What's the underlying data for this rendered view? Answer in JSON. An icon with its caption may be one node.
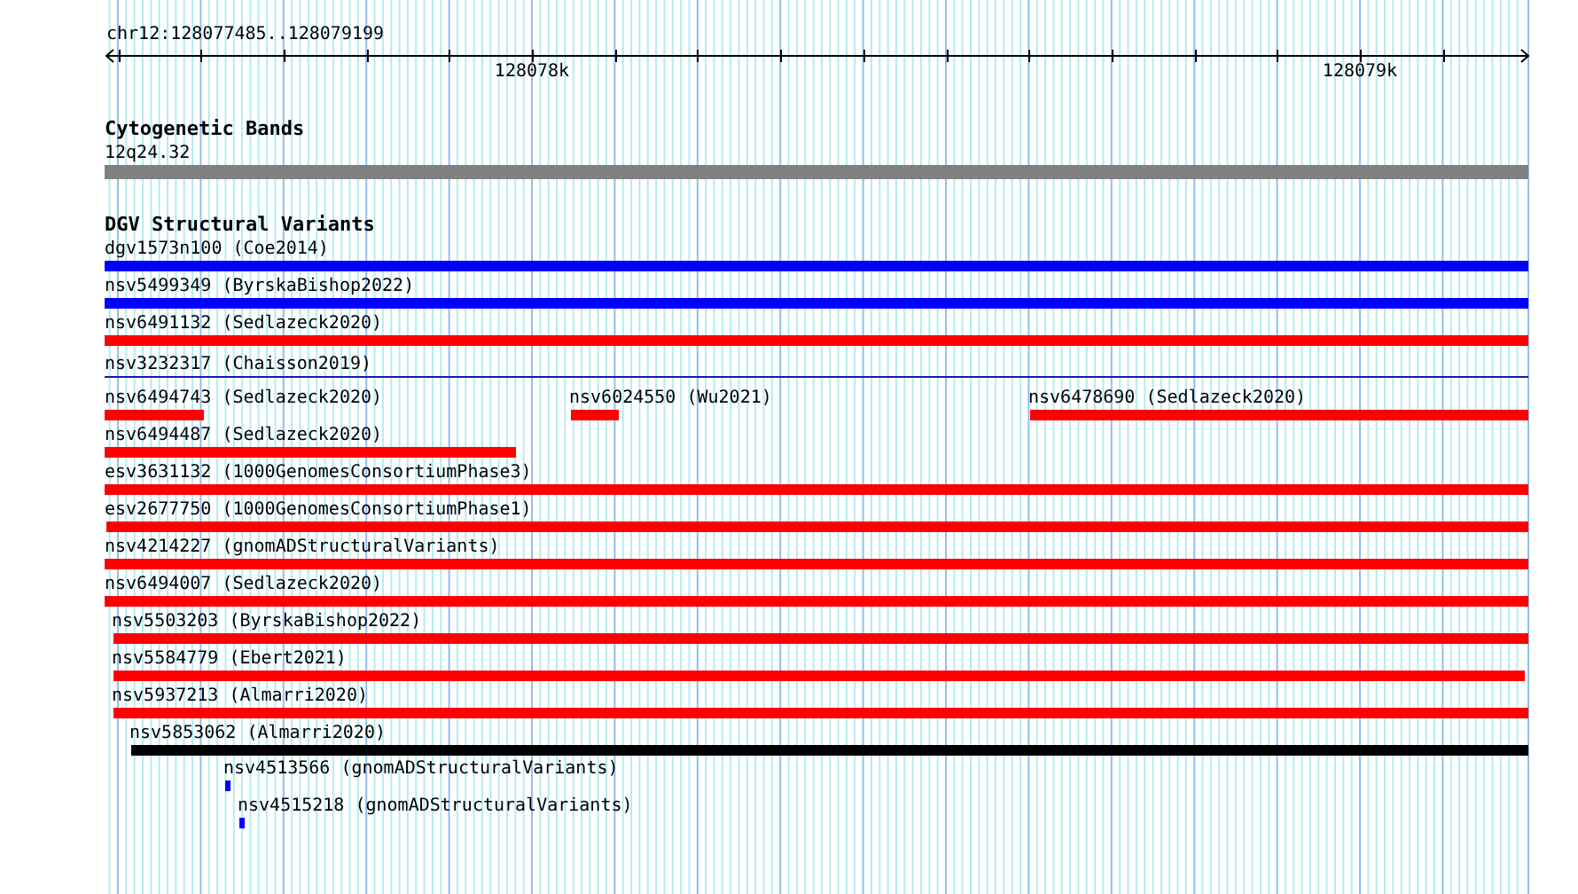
{
  "diagram": {
    "nodes": [
      {
        "text": [
          "12q24.32"
        ]
      },
      {
        "text": [
          "dgv1573n100 (Coe2014)"
        ]
      },
      {
        "text": [
          "nsv5499349 (ByrskaBishop2022)"
        ]
      },
      {
        "text": [
          "nsv6491132 (Sedlazeck2020)"
        ]
      },
      {
        "text": [
          "nsv3232317 (Chaisson2019)"
        ]
      },
      {
        "text": [
          "nsv6494743 (Sedlazeck2020)"
        ]
      },
      {
        "text": [
          "nsv6024550 (Wu2021)"
        ]
      },
      {
        "text": [
          "nsv6478690 (Sedlazeck2020)"
        ]
      },
      {
        "text": [
          "nsv6494487 (Sedlazeck2020)"
        ]
      },
      {
        "text": [
          "esv3631132 (1000GenomesConsortiumPhase3)"
        ]
      },
      {
        "text": [
          "esv2677750 (1000GenomesConsortiumPhase1)"
        ]
      },
      {
        "text": [
          "nsv4214227 (gnomADStructuralVariants)"
        ]
      },
      {
        "text": [
          "nsv6494007 (Sedlazeck2020)"
        ]
      },
      {
        "text": [
          "nsv5503203 (ByrskaBishop2022)"
        ]
      },
      {
        "text": [
          "nsv5584779 (Ebert2021)"
        ]
      },
      {
        "text": [
          "nsv5937213 (Almarri2020)"
        ]
      },
      {
        "text": [
          "nsv5853062 (Almarri2020)"
        ]
      },
      {
        "text": [
          "nsv4513566 (gnomADStructuralVariants)"
        ]
      },
      {
        "text": [
          "nsv4515218 (gnomADStructuralVariants)"
        ]
      }
    ],
    "labels": [
      "chr12:128077485..128079199",
      "128078k",
      "128079k",
      "Cytogenetic Bands",
      "DGV Structural Variants"
    ]
  }
}
